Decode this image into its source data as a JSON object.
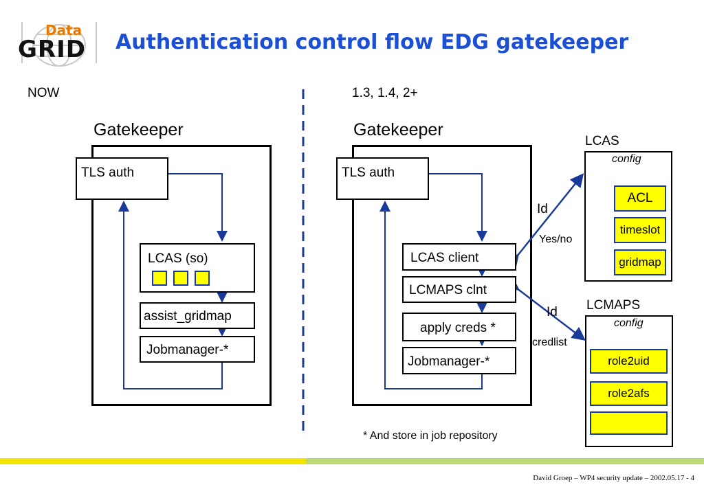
{
  "header": {
    "title": "Authentication control flow EDG gatekeeper",
    "logo": {
      "top_text": "Data",
      "bottom_text": "GRID"
    }
  },
  "left": {
    "heading": "NOW",
    "gatekeeper_label": "Gatekeeper",
    "tls_auth": "TLS auth",
    "lcas": "LCAS (so)",
    "assist_gridmap": "assist_gridmap",
    "jobmanager": "Jobmanager-*"
  },
  "right": {
    "heading": "1.3, 1.4, 2+",
    "gatekeeper_label": "Gatekeeper",
    "tls_auth": "TLS auth",
    "lcas_client": "LCAS client",
    "lcmaps_clnt": "LCMAPS clnt",
    "apply_creds": "apply creds *",
    "jobmanager": "Jobmanager-*",
    "note": "* And store in job repository"
  },
  "lcas_config": {
    "title": "LCAS",
    "subtitle": "config",
    "items": [
      "ACL",
      "timeslot",
      "gridmap"
    ]
  },
  "lcmaps_config": {
    "title": "LCMAPS",
    "subtitle": "config",
    "items": [
      "role2uid",
      "role2afs",
      ""
    ]
  },
  "arrows": {
    "lcas_id": "Id",
    "lcas_reply": "Yes/no",
    "lcmaps_id": "Id",
    "lcmaps_reply": "credlist"
  },
  "footer": "David Groep – WP4 security update  – 2002.05.17  -  4",
  "colors": {
    "title": "#1a4fd6",
    "arrow": "#1a3a9a",
    "yellow": "#ffff00",
    "bar_yellow": "#f2e600",
    "bar_green": "#bcd97a"
  }
}
